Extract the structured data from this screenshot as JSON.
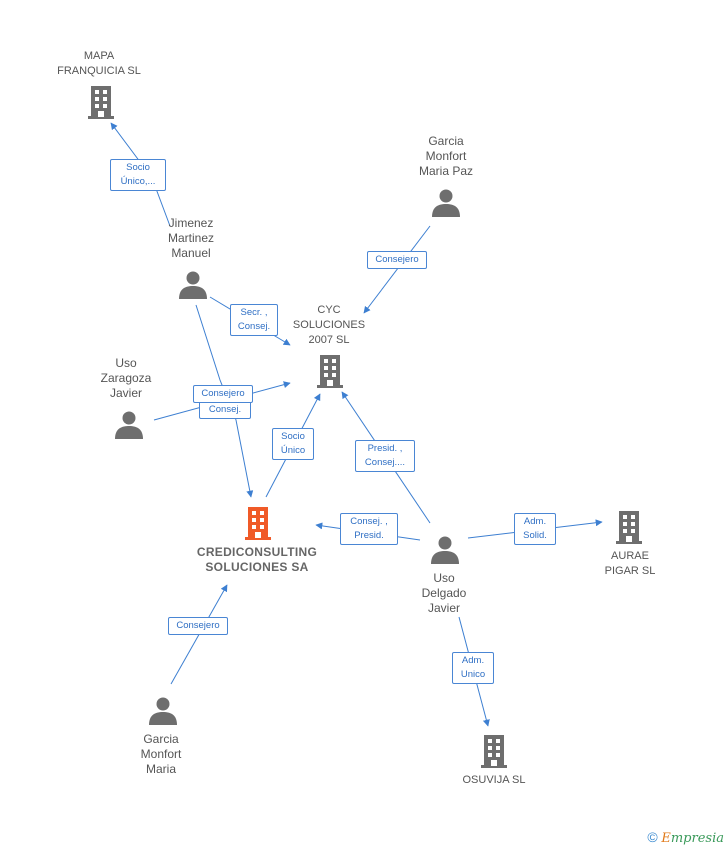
{
  "nodes": {
    "mapa": {
      "label": "MAPA\nFRANQUICIA SL",
      "type": "company"
    },
    "cyc": {
      "label": "CYC\nSOLUCIONES\n2007 SL",
      "type": "company"
    },
    "crediconsulting": {
      "label": "CREDICONSULTING\nSOLUCIONES SA",
      "type": "company-main"
    },
    "aurae": {
      "label": "AURAE\nPIGAR SL",
      "type": "company"
    },
    "osuvija": {
      "label": "OSUVIJA SL",
      "type": "company"
    },
    "garcia_monfort_maria_paz": {
      "label": "Garcia\nMonfort\nMaria Paz",
      "type": "person"
    },
    "jimenez": {
      "label": "Jimenez\nMartinez\nManuel",
      "type": "person"
    },
    "uso_zaragoza": {
      "label": "Uso\nZaragoza\nJavier",
      "type": "person"
    },
    "uso_delgado": {
      "label": "Uso\nDelgado\nJavier",
      "type": "person"
    },
    "garcia_monfort_maria": {
      "label": "Garcia\nMonfort\nMaria",
      "type": "person"
    }
  },
  "edge_labels": {
    "socio_unico_mapa": "Socio\nÚnico,...",
    "consejero_paz": "Consejero",
    "secr_consej": "Secr. ,\nConsej.",
    "consejero_zaragoza": "Consejero",
    "consej_jimenez": "Consej.",
    "socio_unico_cyc": "Socio\nÚnico",
    "presid_consej": "Presid. ,\nConsej....",
    "consej_presid": "Consej. ,\nPresid.",
    "adm_solid": "Adm.\nSolid.",
    "adm_unico": "Adm.\nUnico",
    "consejero_maria": "Consejero"
  },
  "brand": {
    "copyright": "©",
    "e": "E",
    "rest": "mpresia"
  },
  "colors": {
    "edge": "#3d7fd1",
    "company_icon": "#6e6e6e",
    "main_icon": "#f05a28",
    "person_icon": "#6e6e6e"
  }
}
